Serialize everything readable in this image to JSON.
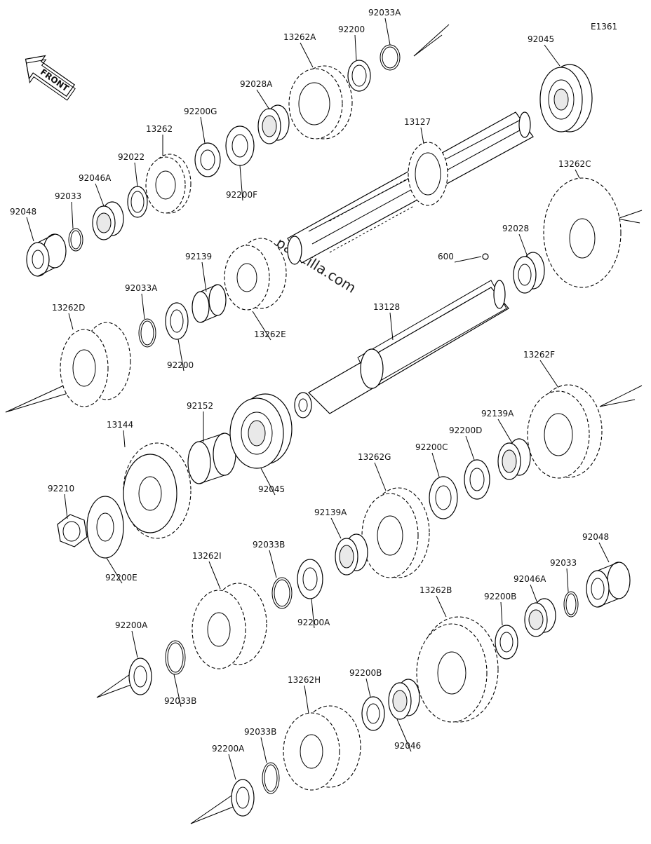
{
  "diagram_code": "E1361",
  "front_label": "FRONT",
  "watermark": "partzilla.com",
  "parts": [
    {
      "key": "p0",
      "label": "92033A"
    },
    {
      "key": "p1",
      "label": "13262A"
    },
    {
      "key": "p2",
      "label": "92200"
    },
    {
      "key": "p3",
      "label": "92045"
    },
    {
      "key": "p4",
      "label": "92028A"
    },
    {
      "key": "p5",
      "label": "92200G"
    },
    {
      "key": "p6",
      "label": "13262"
    },
    {
      "key": "p7",
      "label": "13127"
    },
    {
      "key": "p8",
      "label": "92022"
    },
    {
      "key": "p9",
      "label": "13262C"
    },
    {
      "key": "p10",
      "label": "92046A"
    },
    {
      "key": "p11",
      "label": "92033"
    },
    {
      "key": "p12",
      "label": "92200F"
    },
    {
      "key": "p13",
      "label": "92048"
    },
    {
      "key": "p14",
      "label": "92028"
    },
    {
      "key": "p15",
      "label": "92139"
    },
    {
      "key": "p16",
      "label": "600"
    },
    {
      "key": "p17",
      "label": "92033A"
    },
    {
      "key": "p18",
      "label": "13128"
    },
    {
      "key": "p19",
      "label": "13262D"
    },
    {
      "key": "p20",
      "label": "13262E"
    },
    {
      "key": "p21",
      "label": "92200"
    },
    {
      "key": "p22",
      "label": "13262F"
    },
    {
      "key": "p23",
      "label": "92152"
    },
    {
      "key": "p24",
      "label": "13144"
    },
    {
      "key": "p25",
      "label": "92139A"
    },
    {
      "key": "p26",
      "label": "92200D"
    },
    {
      "key": "p27",
      "label": "92200C"
    },
    {
      "key": "p28",
      "label": "13262G"
    },
    {
      "key": "p29",
      "label": "92045"
    },
    {
      "key": "p30",
      "label": "92210"
    },
    {
      "key": "p31",
      "label": "92139A"
    },
    {
      "key": "p32",
      "label": "92048"
    },
    {
      "key": "p33",
      "label": "92200E"
    },
    {
      "key": "p34",
      "label": "92033B"
    },
    {
      "key": "p35",
      "label": "13262I"
    },
    {
      "key": "p36",
      "label": "92033"
    },
    {
      "key": "p37",
      "label": "92046A"
    },
    {
      "key": "p38",
      "label": "13262B"
    },
    {
      "key": "p39",
      "label": "92200B"
    },
    {
      "key": "p40",
      "label": "92200A"
    },
    {
      "key": "p41",
      "label": "92200A"
    },
    {
      "key": "p42",
      "label": "92033B"
    },
    {
      "key": "p43",
      "label": "92200B"
    },
    {
      "key": "p44",
      "label": "13262H"
    },
    {
      "key": "p45",
      "label": "92046"
    },
    {
      "key": "p46",
      "label": "92033B"
    },
    {
      "key": "p47",
      "label": "92200A"
    }
  ]
}
